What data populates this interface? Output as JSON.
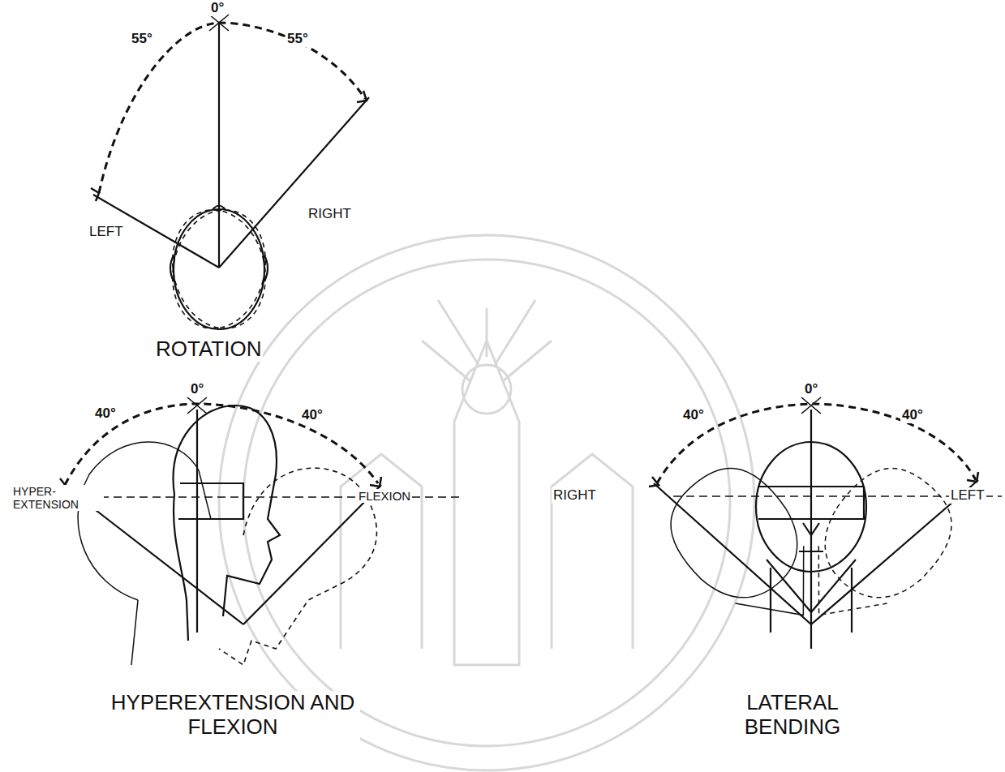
{
  "diagram": {
    "labels": [
      "0°",
      "55°",
      "55°",
      "LEFT",
      "RIGHT",
      "ROTATION",
      "0°",
      "40°",
      "40°",
      "HYPER- EXTENSION",
      "FLEXION",
      "HYPEREXTENSION AND FLEXION",
      "0°",
      "40°",
      "40°",
      "RIGHT",
      "LEFT",
      "LATERAL BENDING"
    ]
  }
}
